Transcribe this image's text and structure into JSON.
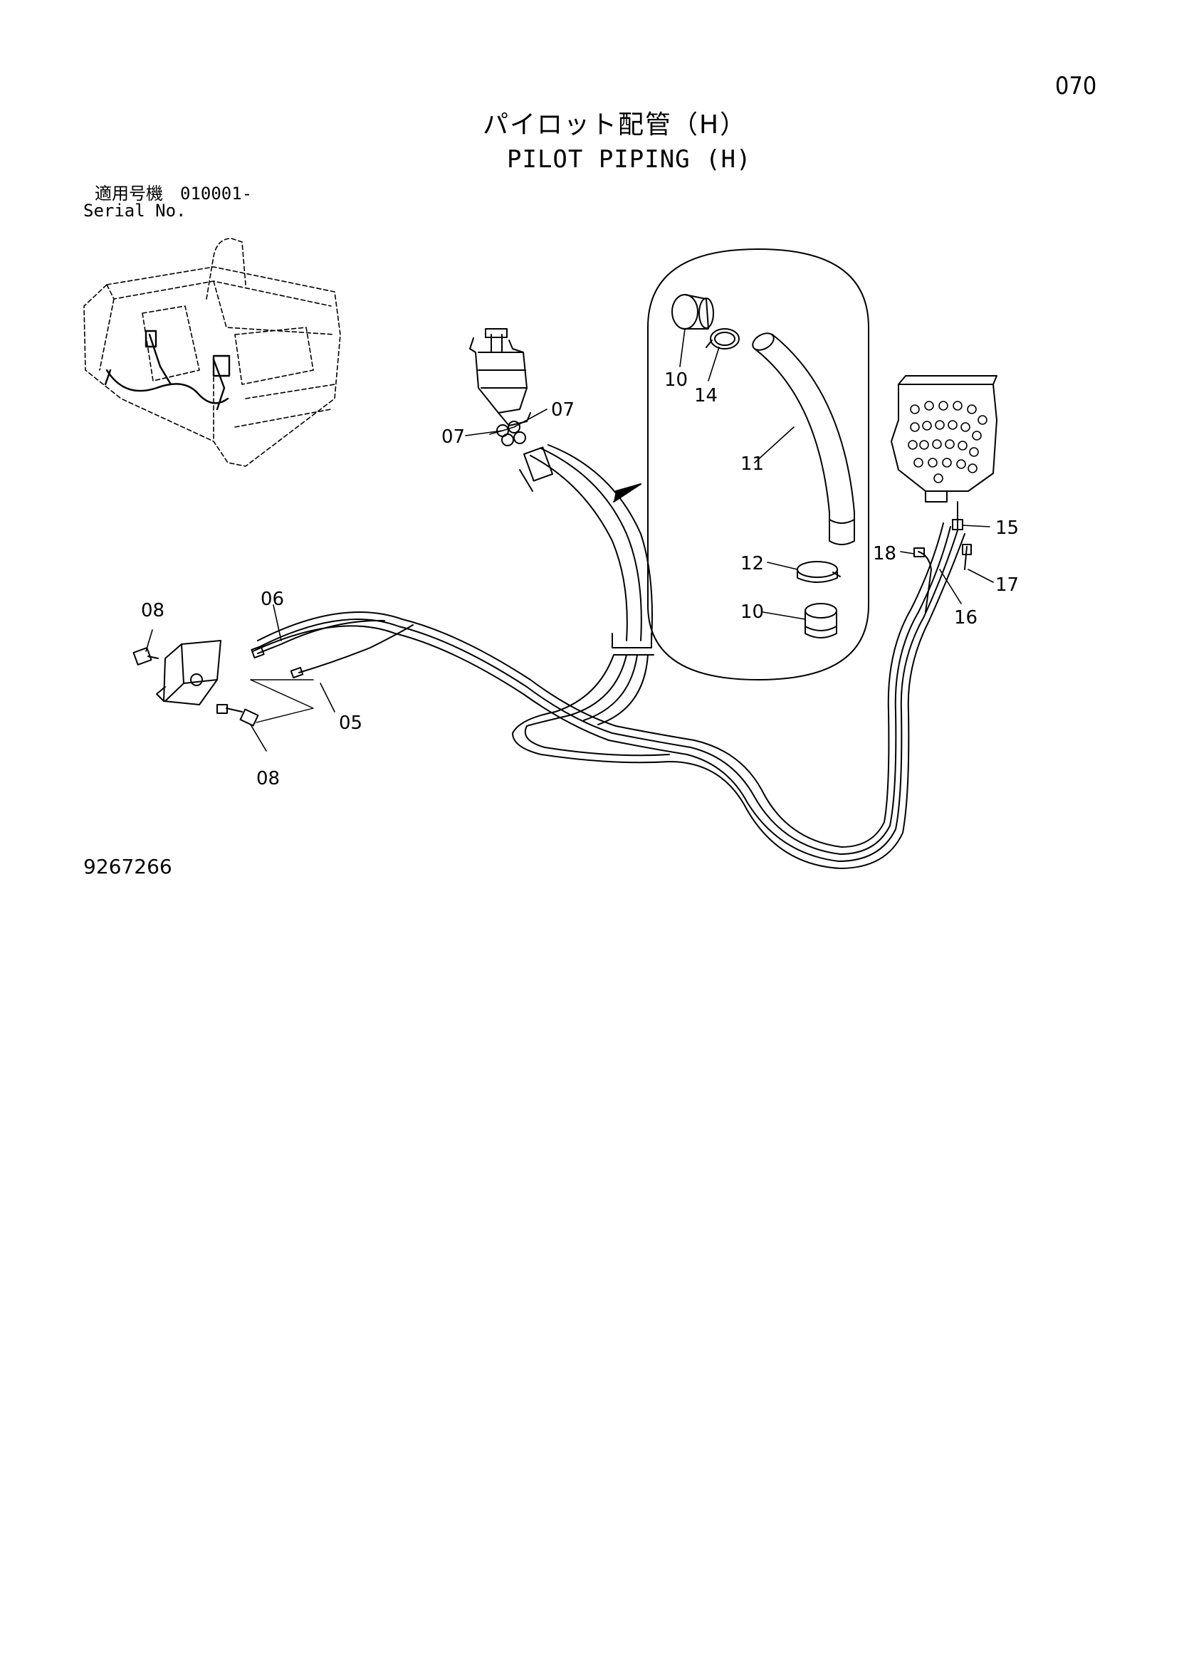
{
  "page": {
    "page_number": "070",
    "title_jp": "パイロット配管（H）",
    "title_en": "PILOT PIPING (H)",
    "serial_label_jp": "適用号機　010001-",
    "serial_label_en": "Serial No.",
    "drawing_number": "9267266"
  },
  "callouts": {
    "c10a": "10",
    "c14": "14",
    "c11": "11",
    "c12": "12",
    "c10b": "10",
    "c07a": "07",
    "c07b": "07",
    "c08a": "08",
    "c06": "06",
    "c05": "05",
    "c08b": "08",
    "c15": "15",
    "c18": "18",
    "c17": "17",
    "c16": "16"
  }
}
